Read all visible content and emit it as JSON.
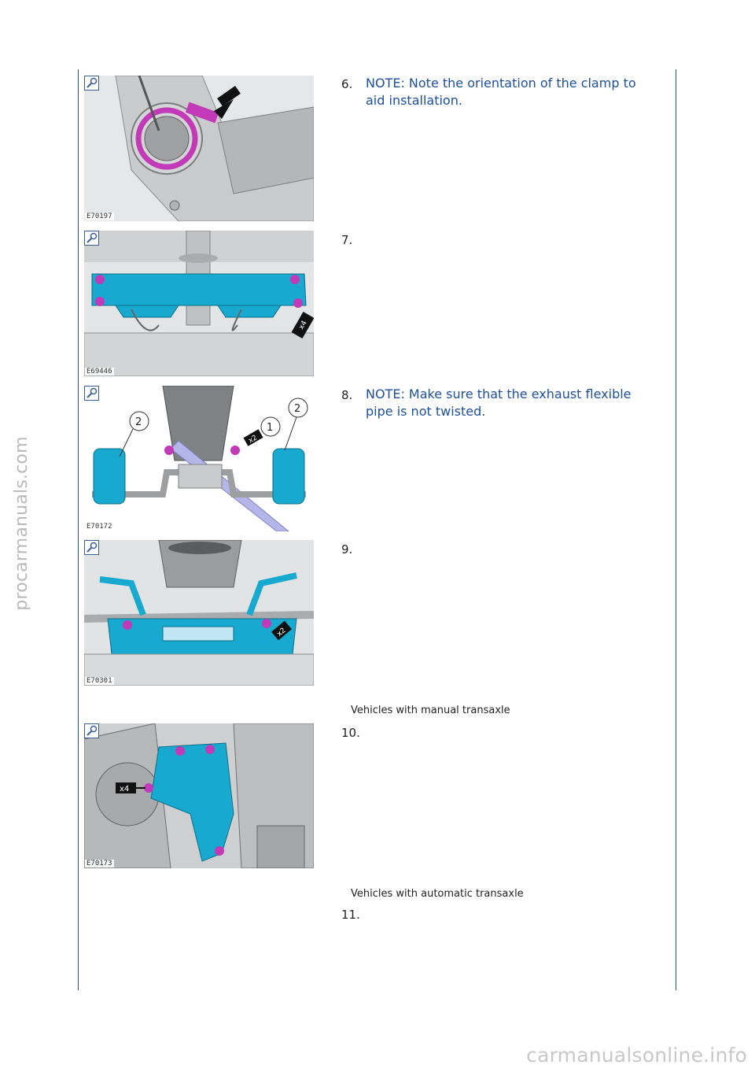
{
  "watermark_side": "procarmanuals.com",
  "watermark_footer": "carmanualsonline.info",
  "figures": [
    {
      "code": "E70197"
    },
    {
      "code": "E69446"
    },
    {
      "code": "E70172"
    },
    {
      "code": "E70301"
    },
    {
      "code": "E70173"
    }
  ],
  "steps": [
    {
      "number": "6.",
      "note": "NOTE: Note the orientation of the clamp to aid installation."
    },
    {
      "number": "7.",
      "note": ""
    },
    {
      "number": "8.",
      "note": "NOTE: Make sure that the exhaust flexible pipe is not twisted."
    },
    {
      "number": "9.",
      "note": ""
    },
    {
      "number": "10.",
      "note": ""
    },
    {
      "number": "11.",
      "note": ""
    }
  ],
  "sections": {
    "manual": "Vehicles with manual transaxle",
    "automatic": "Vehicles with automatic transaxle"
  },
  "callouts": {
    "fig2_qty": "x4",
    "fig3_label1": "1",
    "fig3_label2a": "2",
    "fig3_label2b": "2",
    "fig3_qty": "x2",
    "fig4_qty": "x2",
    "fig5_qty": "x4"
  },
  "colors": {
    "rule": "#2b4f8a",
    "note_text": "#1e4f99",
    "highlight_magenta": "#c23ab8",
    "highlight_cyan": "#17a9cf"
  }
}
